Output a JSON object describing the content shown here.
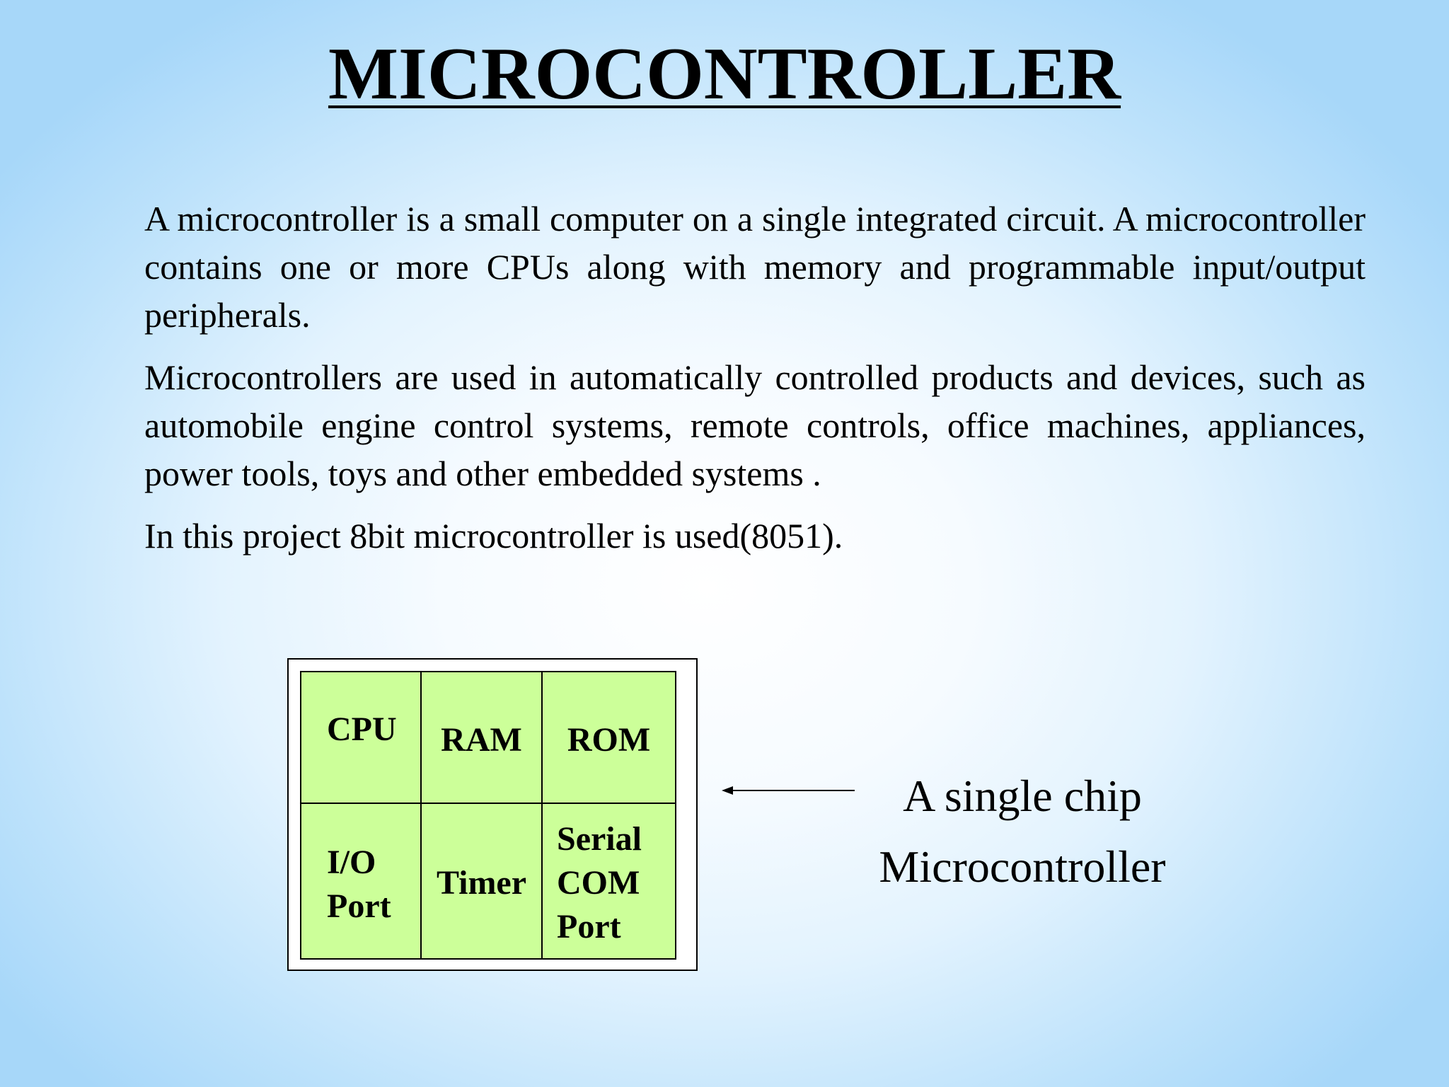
{
  "slide": {
    "title": "MICROCONTROLLER",
    "paragraphs": [
      "A microcontroller is a small computer on a single integrated circuit. A microcontroller contains one or more CPUs along with memory and programmable input/output peripherals.",
      "Microcontrollers are used in automatically controlled products and devices, such as automobile engine control systems, remote controls, office machines, appliances, power tools, toys and other embedded systems .",
      "In this project 8bit microcontroller is used(8051)."
    ]
  },
  "diagram": {
    "cells": {
      "cpu": "CPU",
      "ram": "RAM",
      "rom": "ROM",
      "io_port": "I/O\nPort",
      "timer": "Timer",
      "serial_com_port": "Serial\nCOM\nPort"
    },
    "fill_color": "#ccff99",
    "caption_line1": "A single chip",
    "caption_line2": "Microcontroller"
  }
}
